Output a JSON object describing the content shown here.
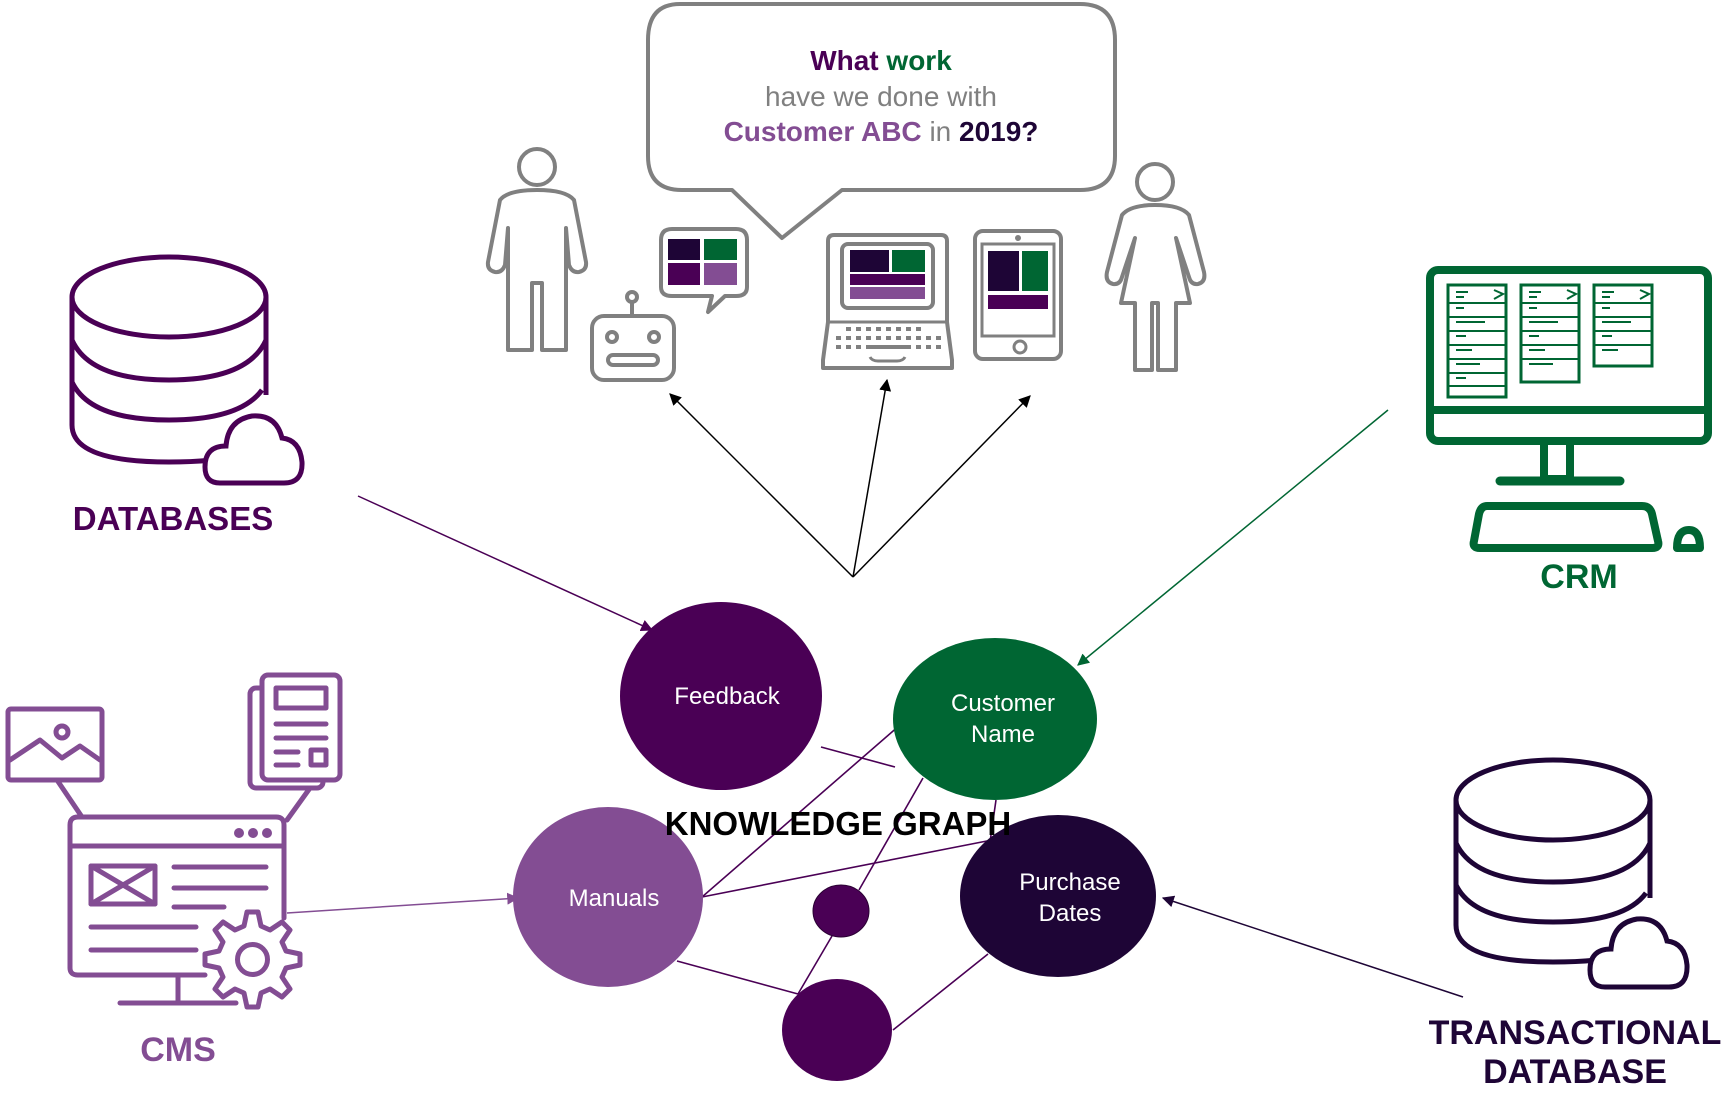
{
  "colors": {
    "dark_purple": "#4a0055",
    "deep_purple": "#1e0536",
    "light_purple": "#834d93",
    "green": "#006633",
    "gray": "#808080",
    "black": "#000000",
    "white": "#ffffff"
  },
  "question": {
    "line1_part1": "What",
    "line1_part2": "work",
    "line2": "have we done with",
    "line3_part1": "Customer ABC",
    "line3_part2": "in",
    "line3_part3": "2019?"
  },
  "sources": {
    "databases": {
      "label": "DATABASES",
      "icon": "database-cloud-icon"
    },
    "crm": {
      "label": "CRM",
      "icon": "desktop-kanban-icon"
    },
    "cms": {
      "label": "CMS",
      "icon": "cms-browser-gear-icon"
    },
    "transactional": {
      "label_line1": "TRANSACTIONAL",
      "label_line2": "DATABASE",
      "icon": "database-cloud-icon"
    }
  },
  "consumers": [
    {
      "name": "man",
      "icon": "person-male-icon"
    },
    {
      "name": "chatbot",
      "icon": "robot-icon"
    },
    {
      "name": "chat-dashboard",
      "icon": "chat-bubble-dashboard-icon"
    },
    {
      "name": "laptop",
      "icon": "laptop-icon"
    },
    {
      "name": "tablet",
      "icon": "tablet-icon"
    },
    {
      "name": "woman",
      "icon": "person-female-icon"
    }
  ],
  "knowledge_graph": {
    "title": "KNOWLEDGE GRAPH",
    "nodes": [
      {
        "id": "feedback",
        "label_lines": [
          "Feedback"
        ],
        "color": "#4a0055"
      },
      {
        "id": "customer-name",
        "label_lines": [
          "Customer",
          "Name"
        ],
        "color": "#006633"
      },
      {
        "id": "manuals",
        "label_lines": [
          "Manuals"
        ],
        "color": "#834d93"
      },
      {
        "id": "purchase-dates",
        "label_lines": [
          "Purchase",
          "Dates"
        ],
        "color": "#1e0536"
      },
      {
        "id": "small-node",
        "label_lines": [],
        "color": "#4a0055"
      },
      {
        "id": "bottom-node",
        "label_lines": [],
        "color": "#4a0055"
      }
    ],
    "edges": [
      [
        "feedback",
        "customer-name"
      ],
      [
        "customer-name",
        "manuals"
      ],
      [
        "customer-name",
        "small-node"
      ],
      [
        "customer-name",
        "purchase-dates"
      ],
      [
        "manuals",
        "purchase-dates"
      ],
      [
        "manuals",
        "bottom-node"
      ],
      [
        "small-node",
        "bottom-node"
      ],
      [
        "bottom-node",
        "purchase-dates"
      ]
    ]
  },
  "flows": [
    {
      "from": "databases",
      "to": "feedback",
      "color": "#4a0055"
    },
    {
      "from": "crm",
      "to": "customer-name",
      "color": "#006633"
    },
    {
      "from": "cms",
      "to": "manuals",
      "color": "#834d93"
    },
    {
      "from": "transactional",
      "to": "purchase-dates",
      "color": "#1e0536"
    },
    {
      "from": "knowledge-graph",
      "to": "chatbot",
      "color": "#000000"
    },
    {
      "from": "knowledge-graph",
      "to": "laptop",
      "color": "#000000"
    },
    {
      "from": "knowledge-graph",
      "to": "tablet",
      "color": "#000000"
    }
  ]
}
